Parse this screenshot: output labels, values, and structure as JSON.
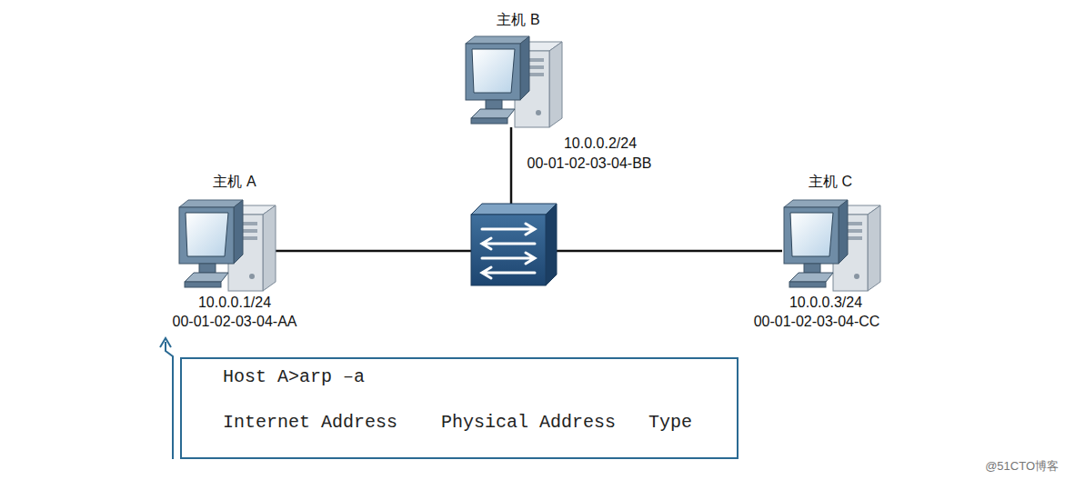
{
  "diagram": {
    "nodes": [
      {
        "text": [
          "主机 B",
          "10.0.0.2/24",
          "00-01-02-03-04-BB"
        ]
      },
      {
        "text": [
          "主机 A",
          "10.0.0.1/24",
          "00-01-02-03-04-AA"
        ]
      },
      {
        "text": [
          "主机 C",
          "10.0.0.3/24",
          "00-01-02-03-04-CC"
        ]
      },
      {
        "text": [
          "Host A>arp –a",
          "Internet Address    Physical Address   Type"
        ]
      }
    ],
    "labels": [
      "@51CTO博客"
    ]
  }
}
